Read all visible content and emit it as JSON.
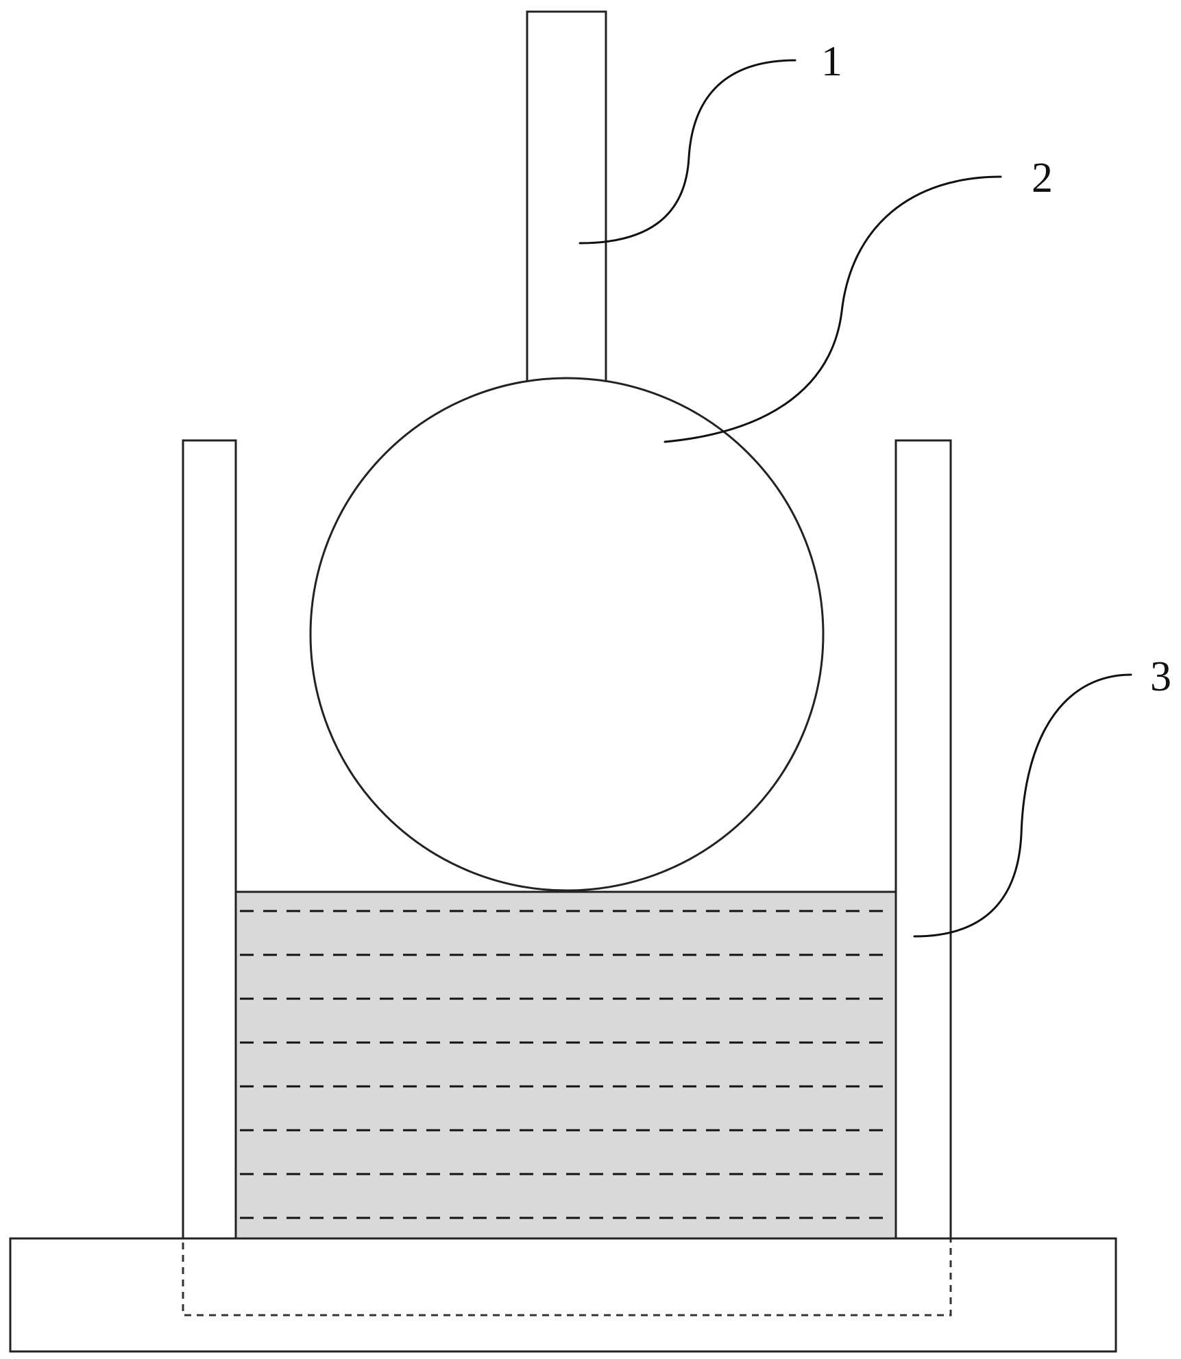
{
  "labels": {
    "one": "1",
    "two": "2",
    "three": "3"
  },
  "colors": {
    "line": "#222222",
    "fill_shaded": "#d9d9d9",
    "background": "#ffffff"
  },
  "layers": {
    "dashed_line_count": 8
  }
}
